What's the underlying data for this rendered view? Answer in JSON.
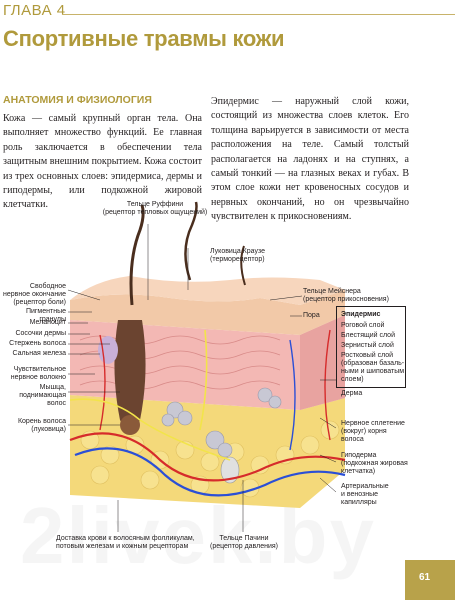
{
  "chapter": "ГЛАВА 4",
  "title": "Спортивные травмы кожи",
  "section_heading": "АНАТОМИЯ И ФИЗИОЛОГИЯ",
  "left_paragraph": "Кожа — самый крупный орган тела. Она выполняет множество функций. Ее главная роль заключается в обеспечении тела защитным внешним покрытием. Кожа состоит из трех основных слоев: эпидермиса, дермы и гиподермы, или подкожной жировой клетчатки.",
  "right_paragraph": "Эпидермис — наружный слой кожи, состоящий из множества слоев клеток. Его толщина варьируется в зависимости от места расположения на теле. Самый толстый располагается на ладонях и на ступнях, а самый тонкий — на глазных веках и губах. В этом слое кожи нет кровеносных сосудов и нервных окончаний, но он чрезвычайно чувствителен к прикосновениям.",
  "figure_labels": {
    "ruffini": "Тельце Руффини\n(рецептор тепловых ощущений)",
    "krause": "Луковица Краузе\n(терморецептор)",
    "free_nerve": "Свободное\nнервное окончание\n(рецептор боли)",
    "pigment": "Пигментные гранулы",
    "melanocyte": "Меланоцит",
    "papilla": "Сосочки дермы",
    "hair_shaft": "Стержень волоса",
    "sebaceous": "Сальная железа",
    "sensory_nerve": "Чувствительное\nнервное волокно",
    "arrector": "Мышца,\nподнимающая волос",
    "hair_root": "Корень волоса\n(луковица)",
    "meissner": "Тельце Мейснера\n(рецептор прикосновения)",
    "pore": "Пора",
    "epidermis": "Эпидермис",
    "horny": "Роговой слой",
    "lucid": "Блестящий слой",
    "granular": "Зернистый слой",
    "basal": "Ростковый слой\n(образован базаль-\nными и шиповатым\nслоем)",
    "dermis": "Дерма",
    "nerve_plexus": "Нервное сплетение\n(вокруг) корня\nволоса",
    "hypodermis": "Гиподерма\n(подкожная жировая\nклетчатка)",
    "vessels": "Артериальные\nи венозные\nкапилляры",
    "blood_supply": "Доставка крови к волосяным фолликулам,\nпотовым железам и кожным рецепторам",
    "pacini": "Тельце Пачини\n(рецептор давления)"
  },
  "page_number": "61",
  "watermark": "2livek.by",
  "colors": {
    "accent": "#b09a3c",
    "page_tab": "#b8a24a"
  }
}
